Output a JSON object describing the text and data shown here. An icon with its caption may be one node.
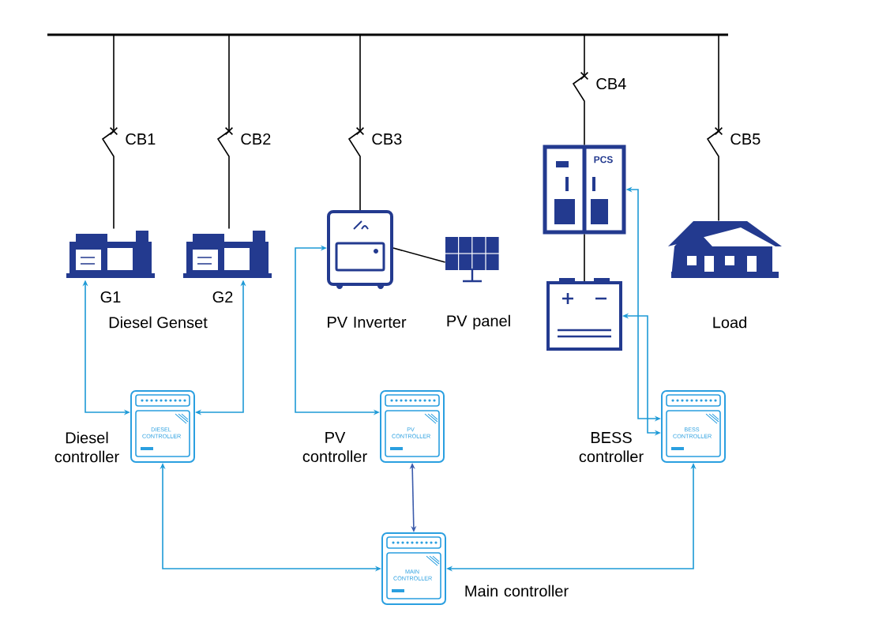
{
  "diagram": {
    "nodes": [
      {
        "text": [],
        "shape": "bar"
      },
      {
        "text": [],
        "shape": "picture",
        "beside": [
          "G1"
        ]
      },
      {
        "text": [],
        "shape": "picture",
        "beside": [
          "G2"
        ]
      },
      {
        "text": [],
        "shape": "picture",
        "beside": [
          "PV Inverter"
        ]
      },
      {
        "text": [],
        "shape": "picture",
        "beside": [
          "PV panel"
        ]
      },
      {
        "text": [
          "PCS"
        ]
      },
      {
        "text": [],
        "shape": "picture"
      },
      {
        "text": [],
        "shape": "picture",
        "beside": [
          "Load"
        ]
      },
      {
        "text": [
          "DIESEL CONTROLLER"
        ],
        "beside": [
          "Diesel controller"
        ]
      },
      {
        "text": [
          "PV CONTROLLER"
        ],
        "beside": [
          "PV controller"
        ]
      },
      {
        "text": [
          "BESS CONTROLLER"
        ],
        "beside": [
          "BESS controller"
        ]
      },
      {
        "text": [
          "MAIN CONTROLLER"
        ],
        "beside": [
          "Main controller"
        ]
      }
    ],
    "edges": [
      {
        "from": 0,
        "to": 1,
        "arrow": "none",
        "label": "CB1",
        "color": "#000000"
      },
      {
        "from": 0,
        "to": 2,
        "arrow": "none",
        "label": "CB2",
        "color": "#000000"
      },
      {
        "from": 0,
        "to": 3,
        "arrow": "none",
        "label": "CB3",
        "color": "#000000"
      },
      {
        "from": 0,
        "to": 5,
        "arrow": "none",
        "label": "CB4",
        "color": "#000000"
      },
      {
        "from": 0,
        "to": 7,
        "arrow": "none",
        "label": "CB5",
        "color": "#000000"
      },
      {
        "from": 3,
        "to": 4,
        "arrow": "none",
        "color": "#000000"
      },
      {
        "from": 5,
        "to": 6,
        "arrow": "none",
        "color": "#000000"
      },
      {
        "from": 8,
        "to": 1,
        "arrow": "both",
        "color": "#1e9ad6"
      },
      {
        "from": 8,
        "to": 2,
        "arrow": "both",
        "color": "#1e9ad6"
      },
      {
        "from": 9,
        "to": 3,
        "arrow": "both",
        "color": "#1e9ad6"
      },
      {
        "from": 10,
        "to": 5,
        "arrow": "both",
        "color": "#1e9ad6"
      },
      {
        "from": 10,
        "to": 6,
        "arrow": "both",
        "color": "#1e9ad6"
      },
      {
        "from": 11,
        "to": 8,
        "arrow": "both",
        "color": "#1e9ad6"
      },
      {
        "from": 11,
        "to": 9,
        "arrow": "both",
        "color": "#3b5bab"
      },
      {
        "from": 11,
        "to": 10,
        "arrow": "both",
        "color": "#1e9ad6"
      }
    ],
    "labels": [
      "Diesel Genset"
    ]
  }
}
